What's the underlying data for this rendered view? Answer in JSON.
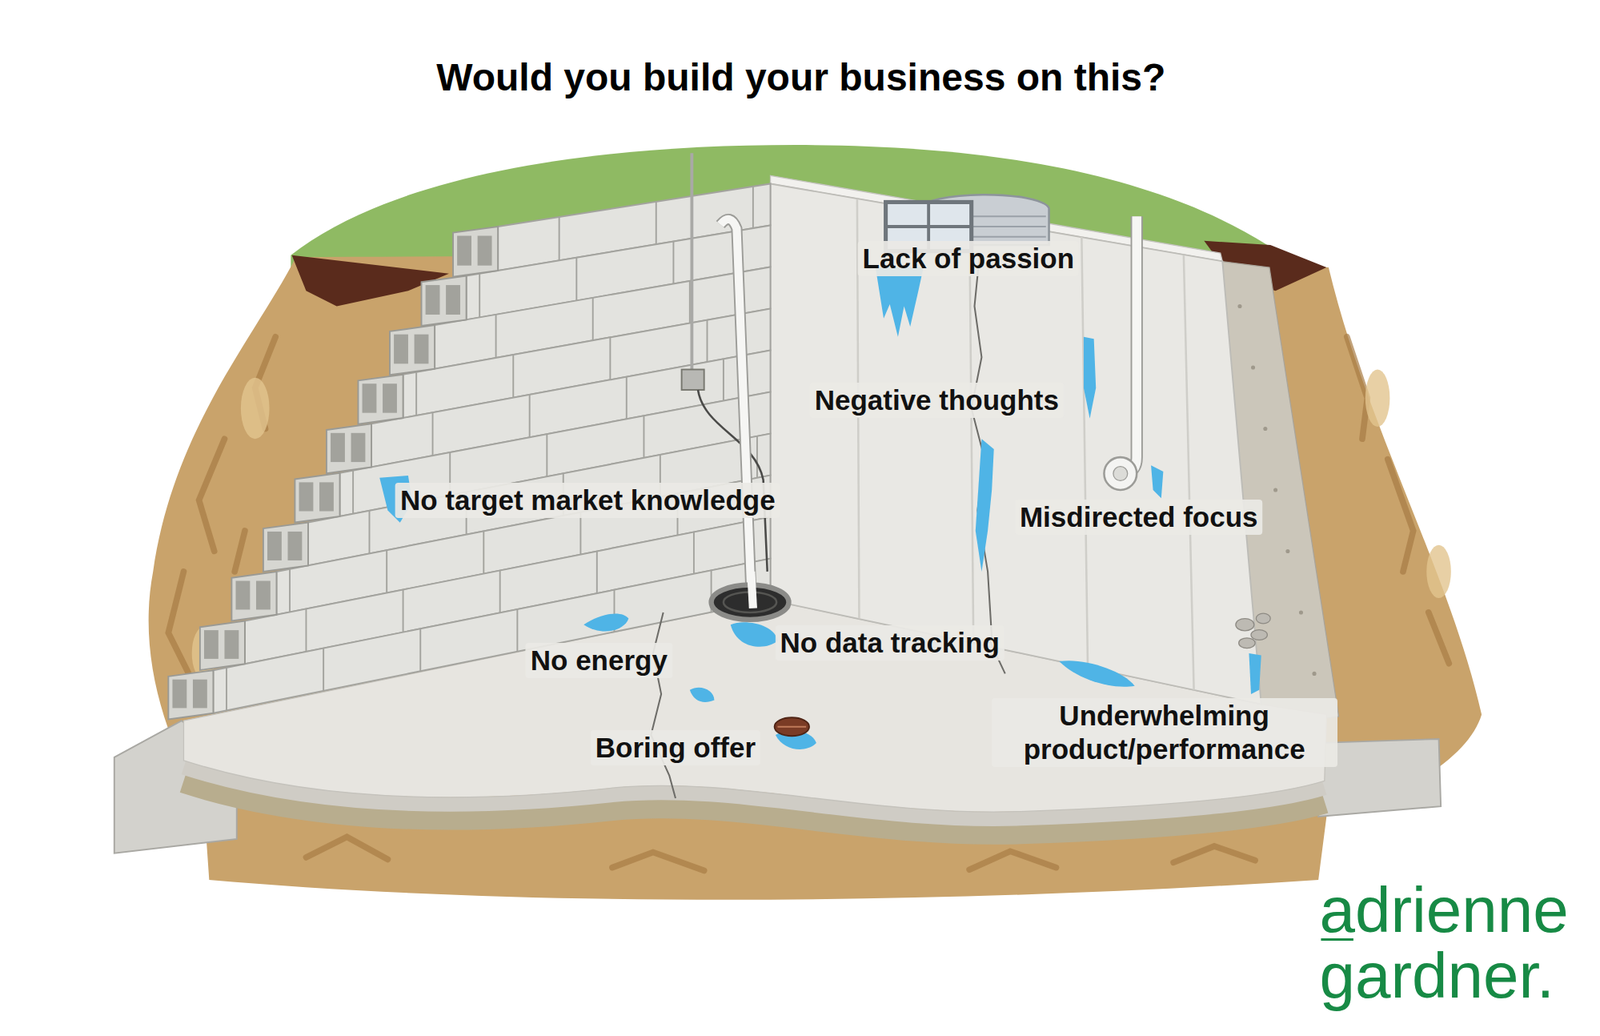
{
  "diagram": {
    "title": "Would you build your business on this?",
    "labels": [
      "Lack of passion",
      "Negative thoughts",
      "No target market knowledge",
      "Misdirected focus",
      "No data tracking",
      "No energy",
      "Boring offer",
      "Underwhelming product/performance",
      "adrienne gardner."
    ]
  }
}
